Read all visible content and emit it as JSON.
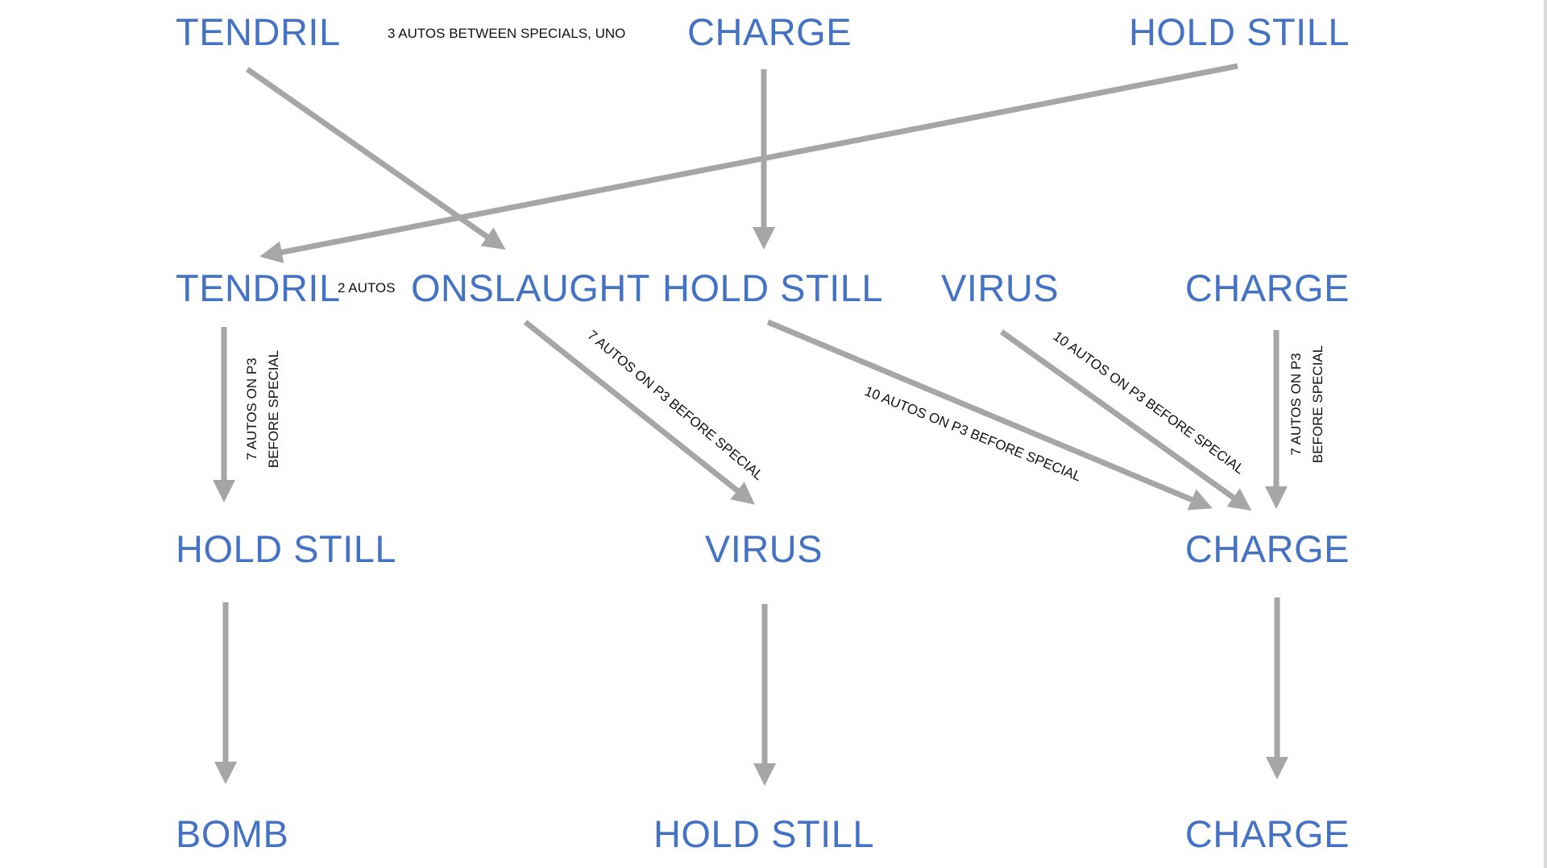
{
  "nodes": {
    "row1_tendril": "TENDRIL",
    "row1_charge": "CHARGE",
    "row1_hold_still": "HOLD STILL",
    "row2_tendril": "TENDRIL",
    "row2_onslaught": "ONSLAUGHT",
    "row2_hold_still": "HOLD STILL",
    "row2_virus": "VIRUS",
    "row2_charge": "CHARGE",
    "row3_hold_still": "HOLD STILL",
    "row3_virus": "VIRUS",
    "row3_charge": "CHARGE",
    "row4_bomb": "BOMB",
    "row4_hold_still": "HOLD STILL",
    "row4_charge": "CHARGE"
  },
  "notes": {
    "top": "3 AUTOS BETWEEN SPECIALS, UNO",
    "between": "2 AUTOS",
    "left_line1": "7 AUTOS ON P3",
    "left_line2": "BEFORE SPECIAL",
    "onslaught_virus": "7 AUTOS ON P3 BEFORE SPECIAL",
    "hold_charge": "10 AUTOS ON P3 BEFORE SPECIAL",
    "virus_charge": "10 AUTOS ON P3 BEFORE SPECIAL",
    "right_line1": "7 AUTOS ON P3",
    "right_line2": "BEFORE SPECIAL"
  },
  "colors": {
    "node_text": "#4472c4",
    "arrow": "#a6a6a6",
    "note_text": "#111111"
  }
}
